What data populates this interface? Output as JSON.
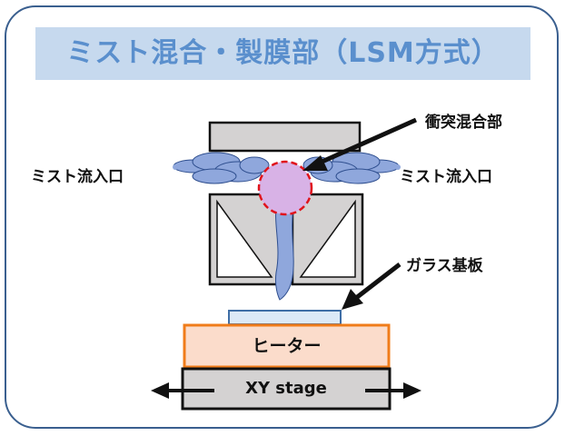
{
  "title": "ミスト混合・製膜部（LSM方式）",
  "labels": {
    "collision": "衝突混合部",
    "inlet_left": "ミスト流入口",
    "inlet_right": "ミスト流入口",
    "glass": "ガラス基板",
    "heater": "ヒーター",
    "stage": "XY stage"
  },
  "colors": {
    "title_band": "#c6d9ee",
    "title_text": "#5a8fcd",
    "panel_border": "#3a5f8f",
    "block_fill": "#d4d2d2",
    "mist_fill": "#8fa7dc",
    "collision_fill": "#d8b2e6",
    "collision_border": "#e0141c",
    "heater_fill": "#fbdccb",
    "heater_border": "#f07c1a",
    "glass_fill": "#dce9f7",
    "glass_border": "#3f6ea6"
  }
}
